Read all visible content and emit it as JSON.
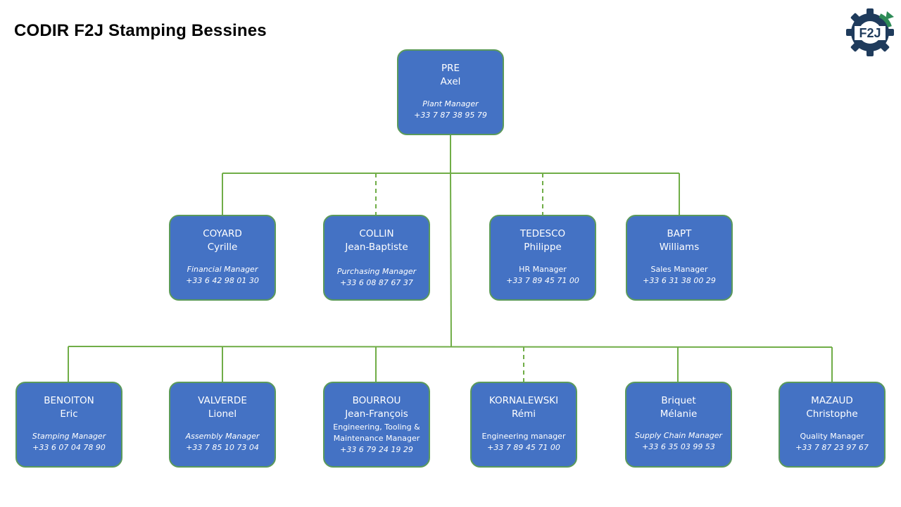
{
  "title": "CODIR F2J Stamping Bessines",
  "logo": {
    "text": "F2J"
  },
  "colors": {
    "box_fill": "#4472c4",
    "box_border": "#5b9a5b",
    "connector": "#70ad47",
    "logo_dark": "#1f3b5c",
    "logo_accent": "#2e8b57"
  },
  "top": {
    "last": "PRE",
    "first": "Axel",
    "role": "Plant Manager",
    "phone": "+33 7 87 38 95 79"
  },
  "level1": [
    {
      "last": "COYARD",
      "first": "Cyrille",
      "role": "Financial Manager",
      "phone": "+33 6 42 98 01 30"
    },
    {
      "last": "COLLIN",
      "first": "Jean-Baptiste",
      "role": "Purchasing Manager",
      "phone": "+33 6 08 87 67 37"
    },
    {
      "last": "TEDESCO",
      "first": "Philippe",
      "role": "HR Manager",
      "phone": "+33 7 89 45 71 00"
    },
    {
      "last": "BAPT",
      "first": "Williams",
      "role": "Sales Manager",
      "phone": "+33 6 31 38 00 29"
    }
  ],
  "level2": [
    {
      "last": "BENOITON",
      "first": "Eric",
      "role": "Stamping Manager",
      "phone": "+33 6 07 04 78 90"
    },
    {
      "last": "VALVERDE",
      "first": "Lionel",
      "role": "Assembly Manager",
      "phone": "+33 7 85 10 73 04"
    },
    {
      "last": "BOURROU",
      "first": "Jean-François",
      "role": "Engineering, Tooling & Maintenance Manager",
      "phone": "+33 6 79 24 19 29"
    },
    {
      "last": "KORNALEWSKI",
      "first": "Rémi",
      "role": "Engineering manager",
      "phone": "+33 7 89 45 71 00"
    },
    {
      "last": "Briquet",
      "first": "Mélanie",
      "role": "Supply Chain Manager",
      "phone": "+33 6 35 03 99 53"
    },
    {
      "last": "MAZAUD",
      "first": "Christophe",
      "role": "Quality Manager",
      "phone": "+33 7 87 23 97 67"
    }
  ]
}
